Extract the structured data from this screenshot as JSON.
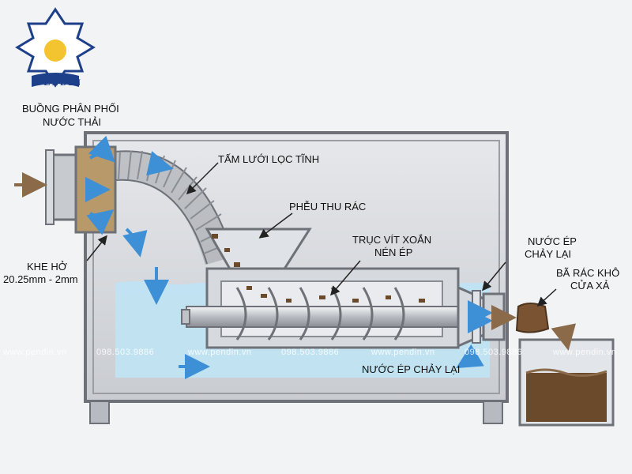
{
  "logo": {
    "brand": "PENDIN"
  },
  "labels": {
    "distribution_chamber": [
      "BUỒNG PHÂN PHỐI",
      "NƯỚC THẢI"
    ],
    "static_screen": "TẤM LƯỚI LỌC TĨNH",
    "trash_hopper": "PHỄU THU RÁC",
    "screw_shaft": [
      "TRỤC VÍT XOẮN",
      "NÉN ÉP"
    ],
    "return_water_top": [
      "NƯỚC ÉP",
      "CHẢY LẠI"
    ],
    "dry_waste": [
      "BÃ RÁC KHÔ",
      "CỬA XẢ"
    ],
    "gap": [
      "KHE HỞ",
      "20.25mm - 2mm"
    ],
    "return_water_bottom": "NƯỚC ÉP CHẢY LẠI"
  },
  "watermark": {
    "site": "www.pendin.vn",
    "phone": "098.503.9886"
  },
  "colors": {
    "tank": "#d4d7dc",
    "tank_border": "#6e7278",
    "water": "#bfe3f2",
    "arrow_blue": "#3d8fd6",
    "arrow_brown": "#8b6a4a",
    "sludge": "#6b4a2b",
    "logo_blue": "#1e3f8a",
    "logo_sun": "#f4c430"
  }
}
